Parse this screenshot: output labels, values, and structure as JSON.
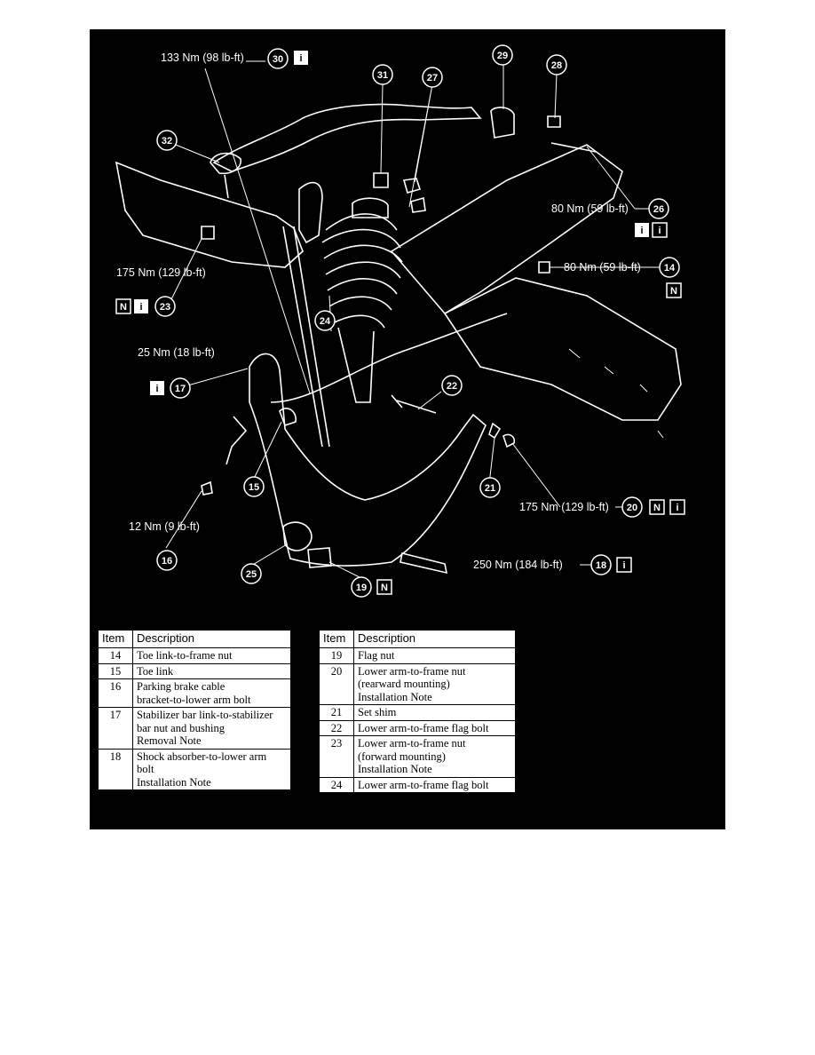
{
  "callouts": {
    "c30": {
      "num": "30",
      "torque": "133 Nm (98 lb-ft)"
    },
    "c31": {
      "num": "31"
    },
    "c27": {
      "num": "27"
    },
    "c29": {
      "num": "29"
    },
    "c28": {
      "num": "28"
    },
    "c32": {
      "num": "32"
    },
    "c26": {
      "num": "26",
      "torque": "80 Nm (59 lb-ft)"
    },
    "c14": {
      "num": "14",
      "torque": "80 Nm (59 lb-ft)"
    },
    "c23": {
      "num": "23",
      "torque": "175 Nm (129 lb-ft)"
    },
    "c24": {
      "num": "24"
    },
    "c17": {
      "num": "17",
      "torque": "25 Nm (18 lb-ft)"
    },
    "c22": {
      "num": "22"
    },
    "c15": {
      "num": "15"
    },
    "c21": {
      "num": "21"
    },
    "c20": {
      "num": "20",
      "torque": "175 Nm (129 lb-ft)"
    },
    "c16": {
      "num": "16",
      "torque": "12 Nm (9 lb-ft)"
    },
    "c25": {
      "num": "25"
    },
    "c18": {
      "num": "18",
      "torque": "250 Nm (184 lb-ft)"
    },
    "c19": {
      "num": "19"
    }
  },
  "tags": {
    "info": "i",
    "new": "N"
  },
  "legend": {
    "header_item": "Item",
    "header_desc": "Description",
    "left_rows": [
      {
        "item": "14",
        "desc": "Toe link-to-frame nut"
      },
      {
        "item": "15",
        "desc": "Toe link"
      },
      {
        "item": "16",
        "desc": "Parking brake cable\nbracket-to-lower arm bolt"
      },
      {
        "item": "17",
        "desc": "Stabilizer bar link-to-stabilizer\nbar nut and bushing\nRemoval Note"
      },
      {
        "item": "18",
        "desc": "Shock absorber-to-lower arm\nbolt\nInstallation Note"
      }
    ],
    "right_rows": [
      {
        "item": "19",
        "desc": "Flag nut"
      },
      {
        "item": "20",
        "desc": "Lower arm-to-frame nut\n(rearward mounting)\nInstallation Note"
      },
      {
        "item": "21",
        "desc": "Set shim"
      },
      {
        "item": "22",
        "desc": "Lower arm-to-frame flag bolt"
      },
      {
        "item": "23",
        "desc": "Lower arm-to-frame nut\n(forward mounting)\nInstallation Note"
      },
      {
        "item": "24",
        "desc": "Lower arm-to-frame flag bolt"
      }
    ]
  }
}
